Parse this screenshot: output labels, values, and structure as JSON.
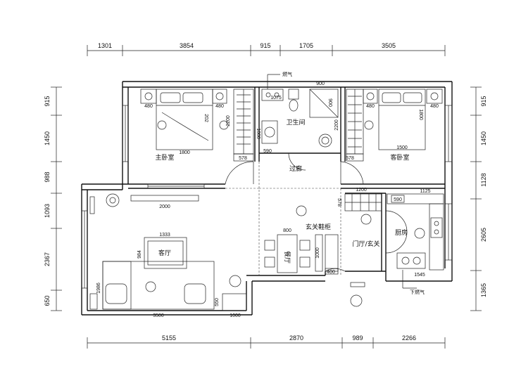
{
  "dimensions": {
    "top": [
      "1301",
      "3854",
      "915",
      "1705",
      "3505"
    ],
    "bottom": [
      "5155",
      "2870",
      "989",
      "2266"
    ],
    "left": [
      "915",
      "1450",
      "988",
      "1093",
      "2367",
      "650"
    ],
    "right": [
      "915",
      "1450",
      "1128",
      "2605",
      "1365"
    ]
  },
  "rooms": {
    "master_bedroom": "主卧室",
    "second_bedroom": "客卧室",
    "bathroom": "卫生间",
    "corridor": "过廊",
    "living_room": "客厅",
    "shoe_cabinet": "玄关鞋柜",
    "dining": "餐厅",
    "foyer": "门厅/玄关",
    "kitchen": "厨房"
  },
  "annotations": {
    "gas_top": "燃气",
    "gas_bottom": "下燃气"
  },
  "measures": {
    "m480a": "480",
    "m480b": "480",
    "m480c": "480",
    "m480d": "480",
    "m1800a": "1800",
    "m1500": "1500",
    "m1800b": "1800",
    "m2200a": "2200",
    "m2200b": "2200",
    "m202": "202",
    "m1075": "1075",
    "m900a": "900",
    "m900b": "900",
    "m1000a": "1000",
    "m590a": "590",
    "m590b": "590",
    "m578a": "578",
    "m578b": "578",
    "m578c": "578",
    "m1200": "1200",
    "m1125": "1125",
    "m2000": "2000",
    "m1333": "1333",
    "m984": "984",
    "m800": "800",
    "m1000b": "1000",
    "m400": "400",
    "m1545": "1545",
    "m1986": "1986",
    "m3500": "3500",
    "m550": "550",
    "m1000c": "1000"
  }
}
